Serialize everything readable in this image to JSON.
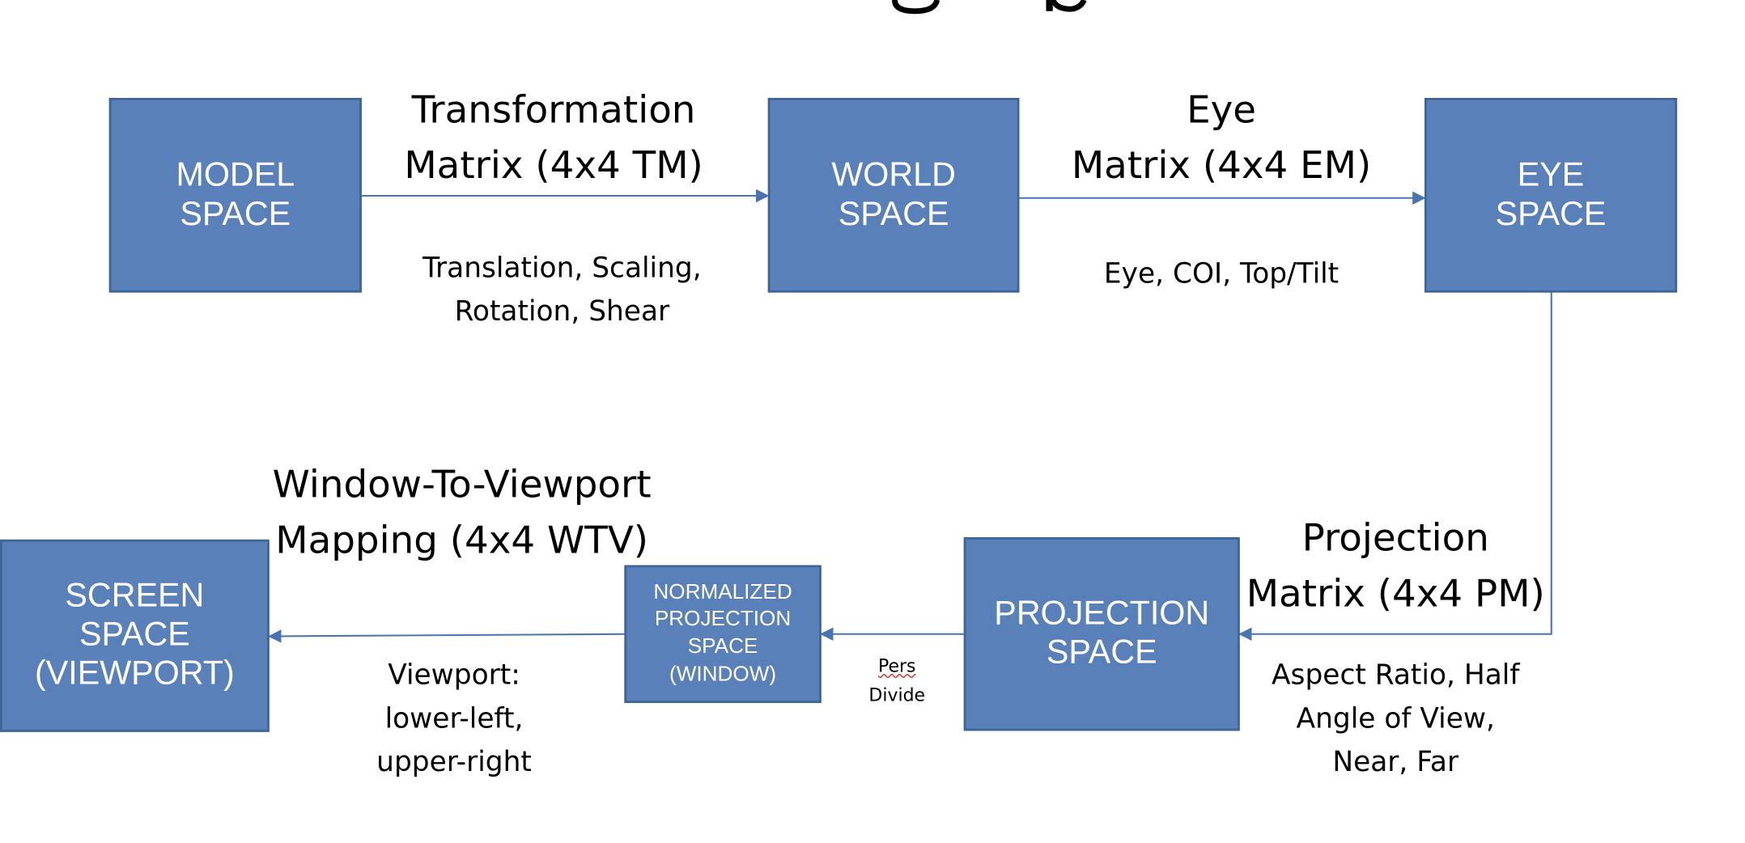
{
  "colors": {
    "box_fill": "#5a80b9",
    "box_border": "#3e6597",
    "arrow": "#4a74b0",
    "spellcheck": "#d22"
  },
  "nodes": {
    "model": {
      "line1": "MODEL",
      "line2": "SPACE"
    },
    "world": {
      "line1": "WORLD",
      "line2": "SPACE"
    },
    "eye": {
      "line1": "EYE",
      "line2": "SPACE"
    },
    "projection": {
      "line1": "PROJECTION",
      "line2": "SPACE"
    },
    "normalized": {
      "line1": "NORMALIZED",
      "line2": "PROJECTION",
      "line3": "SPACE",
      "line4": "(WINDOW)"
    },
    "screen": {
      "line1": "SCREEN",
      "line2": "SPACE",
      "line3": "(VIEWPORT)"
    }
  },
  "edges": {
    "tm": {
      "title1": "Transformation",
      "title2": "Matrix (4x4 TM)",
      "desc1": "Translation, Scaling,",
      "desc2": "Rotation, Shear"
    },
    "em": {
      "title1": "Eye",
      "title2": "Matrix (4x4 EM)",
      "desc1": "Eye, COI, Top/Tilt"
    },
    "pm": {
      "title1": "Projection",
      "title2": "Matrix (4x4 PM)",
      "desc1": "Aspect Ratio, Half",
      "desc2": "Angle of View,",
      "desc3": "Near, Far"
    },
    "divide": {
      "line1": "Pers",
      "line2": "Divide"
    },
    "wtv": {
      "title1": "Window-To-Viewport",
      "title2": "Mapping (4x4 WTV)",
      "desc1": "Viewport:",
      "desc2": "lower-left,",
      "desc3": "upper-right"
    }
  }
}
